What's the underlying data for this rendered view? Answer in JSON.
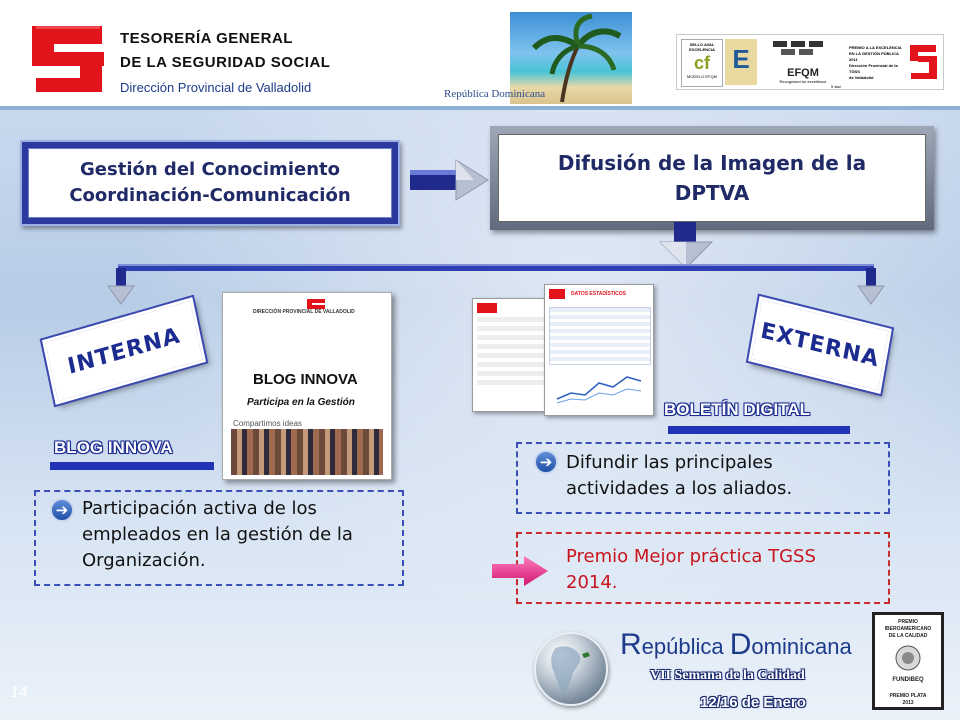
{
  "header": {
    "org_line1": "TESORERÍA GENERAL",
    "org_line2": "DE LA SEGURIDAD SOCIAL",
    "org_line3": "Dirección Provincial de Valladolid",
    "photo_caption": "República Dominicana",
    "awards": {
      "sello_text": "SELLO AVAL EXCELENCIA",
      "sello_mark": "cf",
      "sello_model": "MODELO EFQM",
      "e_mark": "E",
      "efqm_label": "EFQM",
      "efqm_recognised": "Recognised for excellence",
      "efqm_star": "5 star",
      "premio_lines": [
        "PREMIO A LA EXCELENCIA",
        "EN LA GESTIÓN PÚBLICA 2011",
        "Dirección Provincial de la TGSS",
        "de Valladolid"
      ]
    }
  },
  "boxes": {
    "left_line1": "Gestión del Conocimiento",
    "left_line2": "Coordinación-Comunicación",
    "right_line1": "Difusión de la Imagen de la",
    "right_line2": "DPTVA"
  },
  "interna": {
    "tag": "INTERNA",
    "label": "BLOG INNOVA",
    "blog_image": {
      "header": "DIRECCIÓN PROVINCIAL DE VALLADOLID",
      "title": "BLOG INNOVA",
      "subtitle": "Participa en la Gestión",
      "share": "Compartimos ideas"
    },
    "text": "Participación activa de los empleados en la gestión de la Organización."
  },
  "externa": {
    "tag": "EXTERNA",
    "label": "BOLETÍN DIGITAL",
    "doc_title": "DATOS ESTADÍSTICOS",
    "text": "Difundir las principales actividades a los aliados.",
    "premio": "Premio Mejor práctica TGSS 2014."
  },
  "footer": {
    "page_number": "14",
    "rd_r": "R",
    "rd_rest1": "epública ",
    "rd_d": "D",
    "rd_rest2": "ominicana",
    "semana": "VII Semana de la Calidad",
    "fecha": "12/16  de Enero",
    "fundibeq_lines": [
      "PREMIO",
      "IBEROAMERICANO",
      "DE LA CALIDAD"
    ],
    "fundibeq_name": "FUNDIBEQ",
    "fundibeq_award": "PREMIO PLATA",
    "fundibeq_year": "2013"
  },
  "colors": {
    "navy": "#1f2a66",
    "blue": "#2c3a9e",
    "red": "#e3131b",
    "red_text": "#c8141c",
    "pink_arrow": "#e8368f"
  }
}
